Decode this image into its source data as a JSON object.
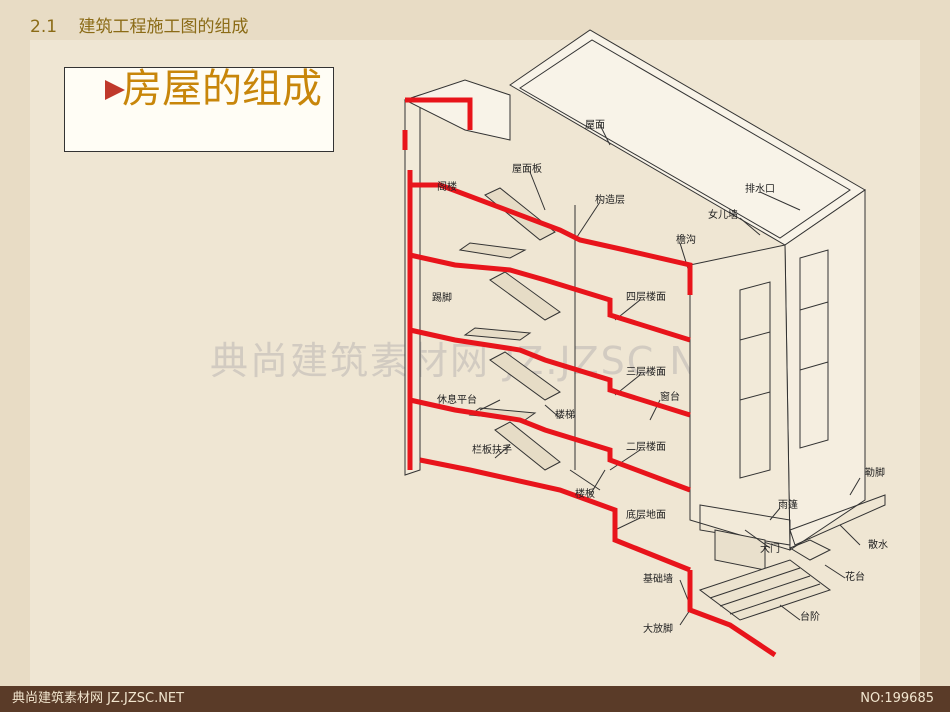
{
  "header": {
    "number": "2.1",
    "title": "建筑工程施工图的组成"
  },
  "title": {
    "text": "房屋的组成"
  },
  "watermark": {
    "text": "典尚建筑素材网 JZ.JZSC.NET"
  },
  "footer": {
    "left": "典尚建筑素材网 JZ.JZSC.NET",
    "right": "NO:199685"
  },
  "labels": {
    "roof": "屋面",
    "roof_slab": "屋面板",
    "structure_layer": "构造层",
    "drain_outlet": "排水口",
    "parapet": "女儿墙",
    "attic": "阁楼",
    "gutter": "檐沟",
    "fourth_floor": "四层楼面",
    "skirting": "踢脚",
    "third_floor": "三层楼面",
    "landing": "休息平台",
    "window_sill": "窗台",
    "stairs": "楼梯",
    "second_floor": "二层楼面",
    "railing": "栏板扶手",
    "floor_slab": "楼板",
    "plinth": "勒脚",
    "canopy": "雨篷",
    "ground_floor": "底层地面",
    "apron": "散水",
    "main_door": "大门",
    "planter": "花台",
    "foundation_wall": "基础墙",
    "footing": "大放脚",
    "steps": "台阶"
  },
  "colors": {
    "section": "#e8141b",
    "line": "#333333",
    "title": "#c8860a",
    "header": "#8b6b16"
  }
}
